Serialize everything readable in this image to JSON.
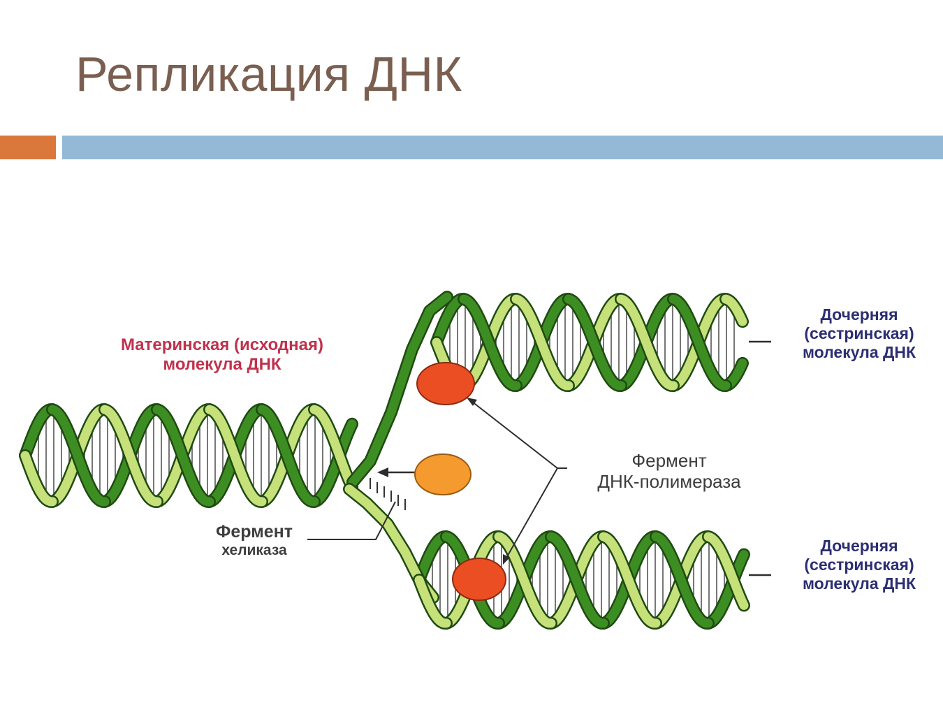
{
  "slide": {
    "title": "Репликация ДНК",
    "accent_colors": {
      "orange": "#d9783a",
      "blue": "#93b9d6"
    }
  },
  "labels": {
    "mother_molecule": {
      "line1": "Материнская  (исходная)",
      "line2": "молекула ДНК",
      "color": "#c0314d"
    },
    "daughter_top": {
      "line1": "Дочерняя",
      "line2": "(сестринская)",
      "line3": "молекула ДНК",
      "color": "#2c2e72"
    },
    "daughter_bottom": {
      "line1": "Дочерняя",
      "line2": "(сестринская)",
      "line3": "молекула ДНК",
      "color": "#2c2e72"
    },
    "polymerase": {
      "line1": "Фермент",
      "line2": "ДНК-полимераза"
    },
    "helicase": {
      "line1": "Фермент",
      "line2": "хеликаза"
    }
  },
  "colors": {
    "dark_strand": "#3d8e22",
    "light_strand": "#c6e07a",
    "strand_outline": "#1f4a12",
    "rungs": "#555555",
    "polymerase_enzyme": "#ec4e24",
    "helicase_enzyme": "#f59a2e"
  }
}
